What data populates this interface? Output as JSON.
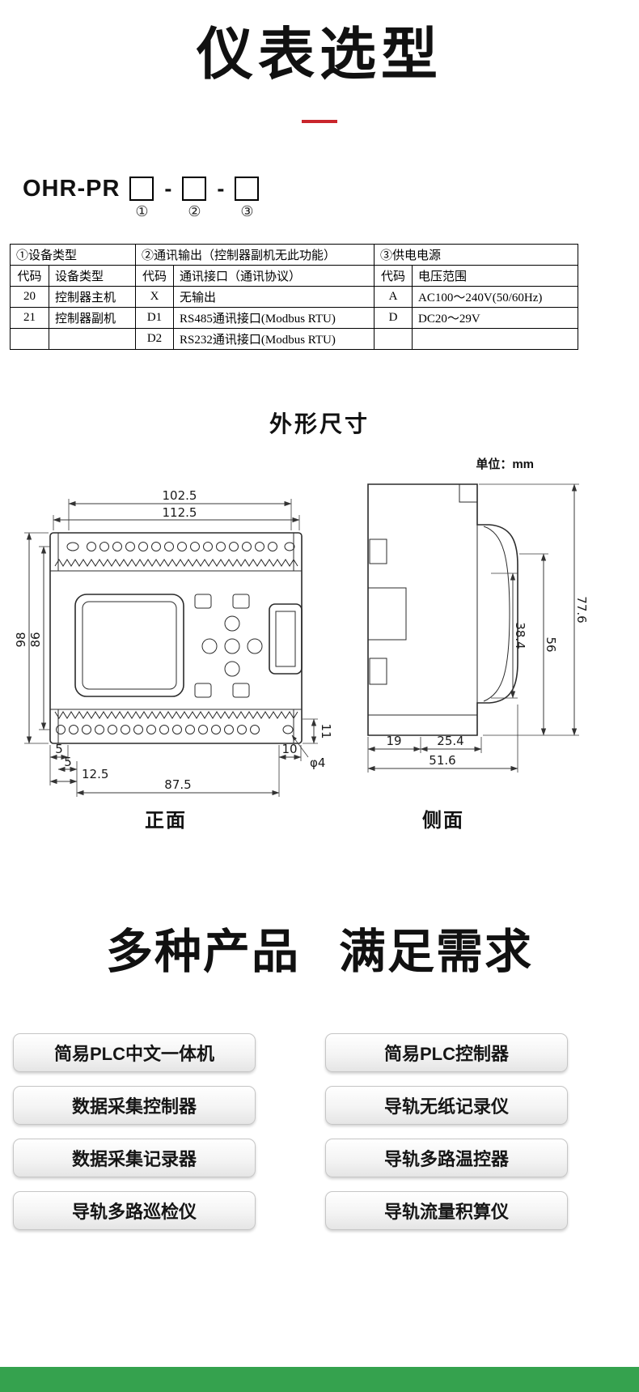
{
  "page": {
    "title": "仪表选型",
    "accent_color": "#c9252c",
    "footer_color": "#35a24e"
  },
  "model_code": {
    "prefix": "OHR-PR",
    "dash": "-",
    "slots": [
      "①",
      "②",
      "③"
    ]
  },
  "selection_table": {
    "sections": [
      {
        "title": "①设备类型",
        "headers": [
          "代码",
          "设备类型"
        ],
        "rows": [
          [
            "20",
            "控制器主机"
          ],
          [
            "21",
            "控制器副机"
          ],
          [
            "",
            ""
          ]
        ]
      },
      {
        "title": "②通讯输出（控制器副机无此功能）",
        "headers": [
          "代码",
          "通讯接口（通讯协议）"
        ],
        "rows": [
          [
            "X",
            "无输出"
          ],
          [
            "D1",
            "RS485通讯接口(Modbus RTU)"
          ],
          [
            "D2",
            "RS232通讯接口(Modbus RTU)"
          ]
        ]
      },
      {
        "title": "③供电电源",
        "headers": [
          "代码",
          "电压范围"
        ],
        "rows": [
          [
            "A",
            "AC100～240V(50/60Hz)"
          ],
          [
            "D",
            "DC20～29V"
          ],
          [
            "",
            ""
          ]
        ]
      }
    ]
  },
  "dimensions": {
    "heading": "外形尺寸",
    "unit": "单位：mm",
    "front": {
      "label": "正面",
      "top_inner": "102.5",
      "top_outer": "112.5",
      "height_outer": "98",
      "height_inner": "86",
      "bottom_5a": "5",
      "bottom_5b": "5",
      "bottom_12_5": "12.5",
      "bottom_87_5": "87.5",
      "bottom_10": "10",
      "side_11": "11",
      "hole": "φ4"
    },
    "side": {
      "label": "侧面",
      "total_height": "77.6",
      "mid_height": "56",
      "inner_height": "38.4",
      "bottom_19": "19",
      "bottom_25_4": "25.4",
      "bottom_total": "51.6"
    }
  },
  "products": {
    "heading": [
      "多种产品",
      "满足需求"
    ],
    "left": [
      "简易PLC中文一体机",
      "数据采集控制器",
      "数据采集记录器",
      "导轨多路巡检仪"
    ],
    "right": [
      "简易PLC控制器",
      "导轨无纸记录仪",
      "导轨多路温控器",
      "导轨流量积算仪"
    ]
  }
}
